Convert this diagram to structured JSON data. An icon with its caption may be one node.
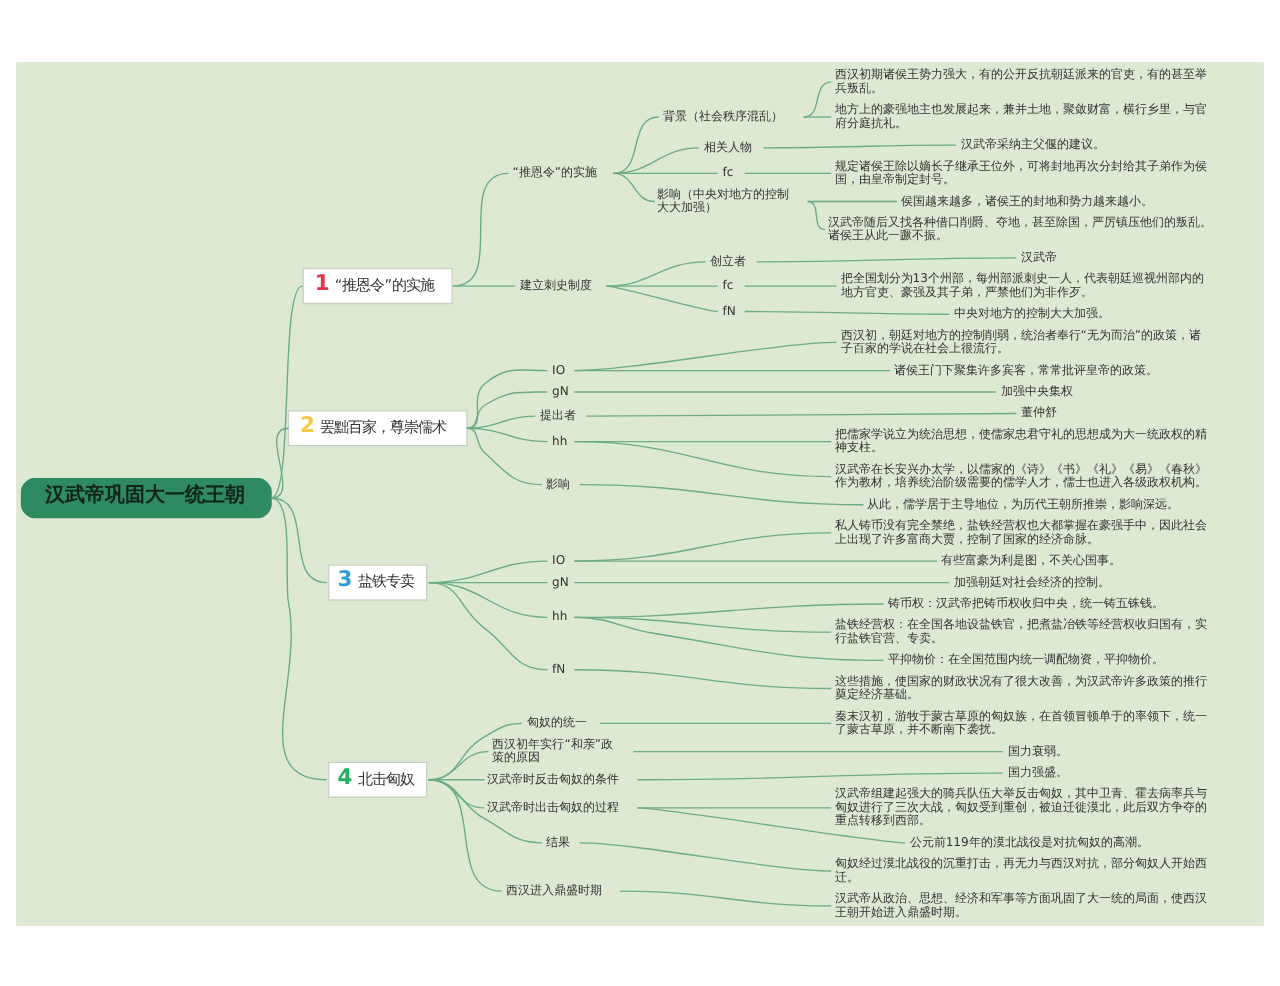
{
  "diagram": {
    "nodes": [
      {
        "text": [
          "汉武帝巩固大一统王朝"
        ]
      },
      {
        "text": [
          "1",
          "“推恩令”的实施"
        ]
      },
      {
        "text": [
          "“推恩令”的实施"
        ]
      },
      {
        "text": [
          "背景（社会秩序混乱）"
        ]
      },
      {
        "text": [
          "西汉初期诸侯王势力强大，有的公开反抗朝廷派来的官吏，有的甚至举兵叛乱。"
        ]
      },
      {
        "text": [
          "地方上的豪强地主也发展起来，兼并土地，聚敛财富，横行乡里，与官府分庭抗礼。"
        ]
      },
      {
        "text": [
          "相关人物"
        ]
      },
      {
        "text": [
          "汉武帝采纳主父偃的建议。"
        ]
      },
      {
        "text": [
          "fc"
        ]
      },
      {
        "text": [
          "规定诸侯王除以嫡长子继承王位外，可将封地再次分封给其子弟作为侯国，由皇帝制定封号。"
        ]
      },
      {
        "text": [
          "影响（中央对地方的控制大大加强）"
        ]
      },
      {
        "text": [
          "侯国越来越多，诸侯王的封地和势力越来越小。"
        ]
      },
      {
        "text": [
          "汉武帝随后又找各种借口削爵、夺地，甚至除国，严厉镇压他们的叛乱。诸侯王从此一蹶不振。"
        ]
      },
      {
        "text": [
          "建立刺史制度"
        ]
      },
      {
        "text": [
          "创立者"
        ]
      },
      {
        "text": [
          "汉武帝"
        ]
      },
      {
        "text": [
          "fc"
        ]
      },
      {
        "text": [
          "把全国划分为13个州部，每州部派刺史一人，代表朝廷巡视州部内的地方官吏、豪强及其子弟，严禁他们为非作歹。"
        ]
      },
      {
        "text": [
          "fN"
        ]
      },
      {
        "text": [
          "中央对地方的控制大大加强。"
        ]
      },
      {
        "text": [
          "2",
          "罢黜百家，尊崇儒术"
        ]
      },
      {
        "text": [
          "IO"
        ]
      },
      {
        "text": [
          "西汉初，朝廷对地方的控制削弱，统治者奉行“无为而治”的政策，诸子百家的学说在社会上很流行。"
        ]
      },
      {
        "text": [
          "诸侯王门下聚集许多宾客，常常批评皇帝的政策。"
        ]
      },
      {
        "text": [
          "gN"
        ]
      },
      {
        "text": [
          "加强中央集权"
        ]
      },
      {
        "text": [
          "提出者"
        ]
      },
      {
        "text": [
          "董仲舒"
        ]
      },
      {
        "text": [
          "hh"
        ]
      },
      {
        "text": [
          "把儒家学说立为统治思想，使儒家忠君守礼的思想成为大一统政权的精神支柱。"
        ]
      },
      {
        "text": [
          "汉武帝在长安兴办太学，以儒家的《诗》《书》《礼》《易》《春秋》作为教材，培养统治阶级需要的儒学人才，儒士也进入各级政权机构。"
        ]
      },
      {
        "text": [
          "影响"
        ]
      },
      {
        "text": [
          "从此，儒学居于主导地位，为历代王朝所推崇，影响深远。"
        ]
      },
      {
        "text": [
          "3",
          "盐铁专卖"
        ]
      },
      {
        "text": [
          "IO"
        ]
      },
      {
        "text": [
          "私人铸币没有完全禁绝，盐铁经营权也大都掌握在豪强手中，因此社会上出现了许多富商大贾，控制了国家的经济命脉。"
        ]
      },
      {
        "text": [
          "有些富豪为利是图，不关心国事。"
        ]
      },
      {
        "text": [
          "gN"
        ]
      },
      {
        "text": [
          "加强朝廷对社会经济的控制。"
        ]
      },
      {
        "text": [
          "hh"
        ]
      },
      {
        "text": [
          "铸币权：汉武帝把铸币权收归中央，统一铸五铢钱。"
        ]
      },
      {
        "text": [
          "盐铁经营权：在全国各地设盐铁官，把煮盐冶铁等经营权收归国有，实行盐铁官营、专卖。"
        ]
      },
      {
        "text": [
          "平抑物价：在全国范围内统一调配物资，平抑物价。"
        ]
      },
      {
        "text": [
          "fN"
        ]
      },
      {
        "text": [
          "这些措施，使国家的财政状况有了很大改善，为汉武帝许多政策的推行奠定经济基础。"
        ]
      },
      {
        "text": [
          "4",
          "北击匈奴"
        ]
      },
      {
        "text": [
          "匈奴的统一"
        ]
      },
      {
        "text": [
          "秦末汉初，游牧于蒙古草原的匈奴族，在首领冒顿单于的率领下，统一了蒙古草原，并不断南下袭扰。"
        ]
      },
      {
        "text": [
          "西汉初年实行“和亲”政策的原因"
        ]
      },
      {
        "text": [
          "国力衰弱。"
        ]
      },
      {
        "text": [
          "汉武帝时反击匈奴的条件"
        ]
      },
      {
        "text": [
          "国力强盛。"
        ]
      },
      {
        "text": [
          "汉武帝时出击匈奴的过程"
        ]
      },
      {
        "text": [
          "汉武帝组建起强大的骑兵队伍大举反击匈奴，其中卫青、霍去病率兵与匈奴进行了三次大战，匈奴受到重创，被迫迁徙漠北，此后双方争夺的重点转移到西部。"
        ]
      },
      {
        "text": [
          "公元前119年的漠北战役是对抗匈奴的高潮。"
        ]
      },
      {
        "text": [
          "结果"
        ]
      },
      {
        "text": [
          "匈奴经过漠北战役的沉重打击，再无力与西汉对抗，部分匈奴人开始西迁。"
        ]
      },
      {
        "text": [
          "西汉进入鼎盛时期"
        ]
      },
      {
        "text": [
          "汉武帝从政治、思想、经济和军事等方面巩固了大一统的局面，使西汉王朝开始进入鼎盛时期。"
        ]
      }
    ],
    "edges": [
      {
        "from": 0,
        "to": 1,
        "arrow": "none"
      },
      {
        "from": 1,
        "to": 2,
        "arrow": "none"
      },
      {
        "from": 2,
        "to": 3,
        "arrow": "none"
      },
      {
        "from": 3,
        "to": 4,
        "arrow": "none"
      },
      {
        "from": 3,
        "to": 5,
        "arrow": "none"
      },
      {
        "from": 2,
        "to": 6,
        "arrow": "none"
      },
      {
        "from": 6,
        "to": 7,
        "arrow": "none"
      },
      {
        "from": 2,
        "to": 8,
        "arrow": "none"
      },
      {
        "from": 8,
        "to": 9,
        "arrow": "none"
      },
      {
        "from": 2,
        "to": 10,
        "arrow": "none"
      },
      {
        "from": 10,
        "to": 11,
        "arrow": "none"
      },
      {
        "from": 10,
        "to": 12,
        "arrow": "none"
      },
      {
        "from": 1,
        "to": 13,
        "arrow": "none"
      },
      {
        "from": 13,
        "to": 14,
        "arrow": "none"
      },
      {
        "from": 14,
        "to": 15,
        "arrow": "none"
      },
      {
        "from": 13,
        "to": 16,
        "arrow": "none"
      },
      {
        "from": 16,
        "to": 17,
        "arrow": "none"
      },
      {
        "from": 13,
        "to": 18,
        "arrow": "none"
      },
      {
        "from": 18,
        "to": 19,
        "arrow": "none"
      },
      {
        "from": 0,
        "to": 20,
        "arrow": "none"
      },
      {
        "from": 20,
        "to": 21,
        "arrow": "none"
      },
      {
        "from": 21,
        "to": 22,
        "arrow": "none"
      },
      {
        "from": 21,
        "to": 23,
        "arrow": "none"
      },
      {
        "from": 20,
        "to": 24,
        "arrow": "none"
      },
      {
        "from": 24,
        "to": 25,
        "arrow": "none"
      },
      {
        "from": 20,
        "to": 26,
        "arrow": "none"
      },
      {
        "from": 26,
        "to": 27,
        "arrow": "none"
      },
      {
        "from": 20,
        "to": 28,
        "arrow": "none"
      },
      {
        "from": 28,
        "to": 29,
        "arrow": "none"
      },
      {
        "from": 28,
        "to": 30,
        "arrow": "none"
      },
      {
        "from": 20,
        "to": 31,
        "arrow": "none"
      },
      {
        "from": 31,
        "to": 32,
        "arrow": "none"
      },
      {
        "from": 0,
        "to": 33,
        "arrow": "none"
      },
      {
        "from": 33,
        "to": 34,
        "arrow": "none"
      },
      {
        "from": 34,
        "to": 35,
        "arrow": "none"
      },
      {
        "from": 34,
        "to": 36,
        "arrow": "none"
      },
      {
        "from": 33,
        "to": 37,
        "arrow": "none"
      },
      {
        "from": 37,
        "to": 38,
        "arrow": "none"
      },
      {
        "from": 33,
        "to": 39,
        "arrow": "none"
      },
      {
        "from": 39,
        "to": 40,
        "arrow": "none"
      },
      {
        "from": 39,
        "to": 41,
        "arrow": "none"
      },
      {
        "from": 39,
        "to": 42,
        "arrow": "none"
      },
      {
        "from": 33,
        "to": 43,
        "arrow": "none"
      },
      {
        "from": 43,
        "to": 44,
        "arrow": "none"
      },
      {
        "from": 0,
        "to": 45,
        "arrow": "none"
      },
      {
        "from": 45,
        "to": 46,
        "arrow": "none"
      },
      {
        "from": 46,
        "to": 47,
        "arrow": "none"
      },
      {
        "from": 45,
        "to": 48,
        "arrow": "none"
      },
      {
        "from": 48,
        "to": 49,
        "arrow": "none"
      },
      {
        "from": 45,
        "to": 50,
        "arrow": "none"
      },
      {
        "from": 50,
        "to": 51,
        "arrow": "none"
      },
      {
        "from": 45,
        "to": 52,
        "arrow": "none"
      },
      {
        "from": 52,
        "to": 53,
        "arrow": "none"
      },
      {
        "from": 52,
        "to": 54,
        "arrow": "none"
      },
      {
        "from": 45,
        "to": 55,
        "arrow": "none"
      },
      {
        "from": 55,
        "to": 56,
        "arrow": "none"
      },
      {
        "from": 45,
        "to": 57,
        "arrow": "none"
      },
      {
        "from": 57,
        "to": 58,
        "arrow": "none"
      }
    ]
  }
}
